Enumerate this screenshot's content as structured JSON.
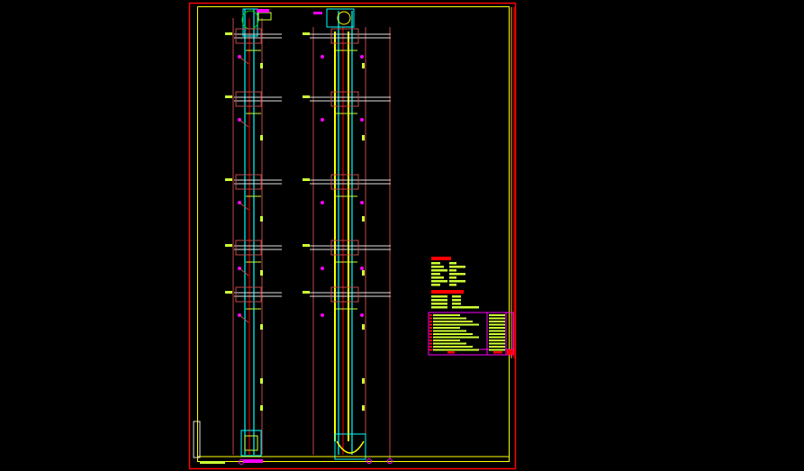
{
  "drawing": {
    "type": "CAD elevation drawing of a vertical elevator/conveyor shaft (two elevations, notes block and title table)",
    "background": "#000000",
    "colors": {
      "frame": "#ff0000",
      "inner_frame": "#ffff00",
      "cyan": "#00ffff",
      "yellow": "#ffff00",
      "text_yellow": "#ccff33",
      "magenta": "#ff00ff",
      "red_lines": "#c04848",
      "white": "#e0e0e0",
      "green": "#00cc00"
    },
    "floor_count": 5,
    "table_rows": 12
  }
}
